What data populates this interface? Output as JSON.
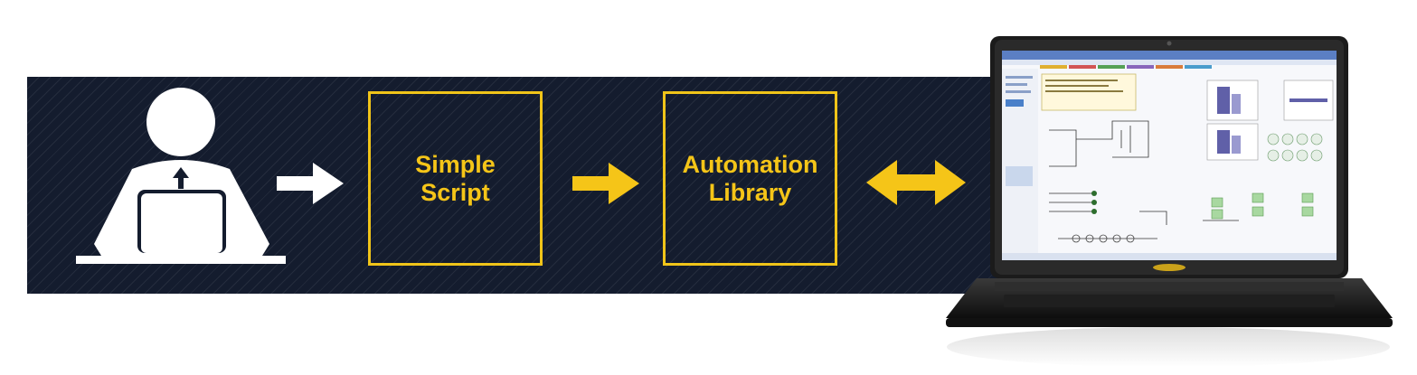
{
  "diagram": {
    "steps": [
      {
        "line1": "Simple",
        "line2": "Script"
      },
      {
        "line1": "Automation",
        "line2": "Library"
      }
    ],
    "colors": {
      "band": "#141c2e",
      "accent_yellow": "#f5c518",
      "arrow_white": "#ffffff"
    },
    "icons": [
      "user-at-laptop-icon",
      "arrow-right-icon",
      "double-arrow-icon",
      "laptop-screenshot"
    ]
  }
}
